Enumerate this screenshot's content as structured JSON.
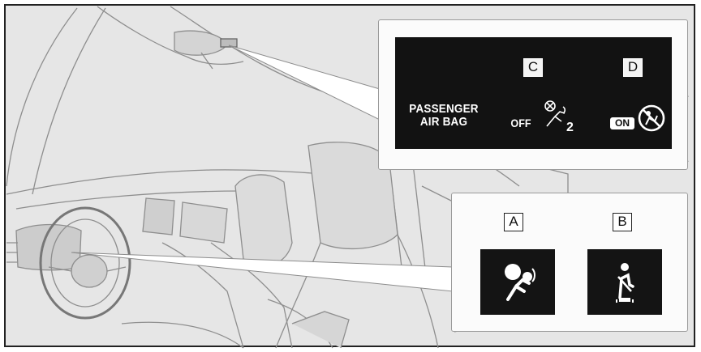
{
  "colors": {
    "background": "#e6e6e6",
    "panel": "#fbfbfb",
    "display": "#121212",
    "indicator_text": "#ffffff"
  },
  "callout_top": {
    "passenger_airbag_line1": "PASSENGER",
    "passenger_airbag_line2": "AIR BAG",
    "indicator_c": {
      "letter": "C",
      "state_label": "OFF",
      "icon": "passenger-airbag-off-icon",
      "icon_number": "2"
    },
    "indicator_d": {
      "letter": "D",
      "state_label": "ON",
      "icon": "passenger-airbag-on-icon"
    }
  },
  "callout_bottom": {
    "indicator_a": {
      "letter": "A",
      "icon": "srs-airbag-warning-icon"
    },
    "indicator_b": {
      "letter": "B",
      "icon": "seatbelt-reminder-icon"
    }
  }
}
